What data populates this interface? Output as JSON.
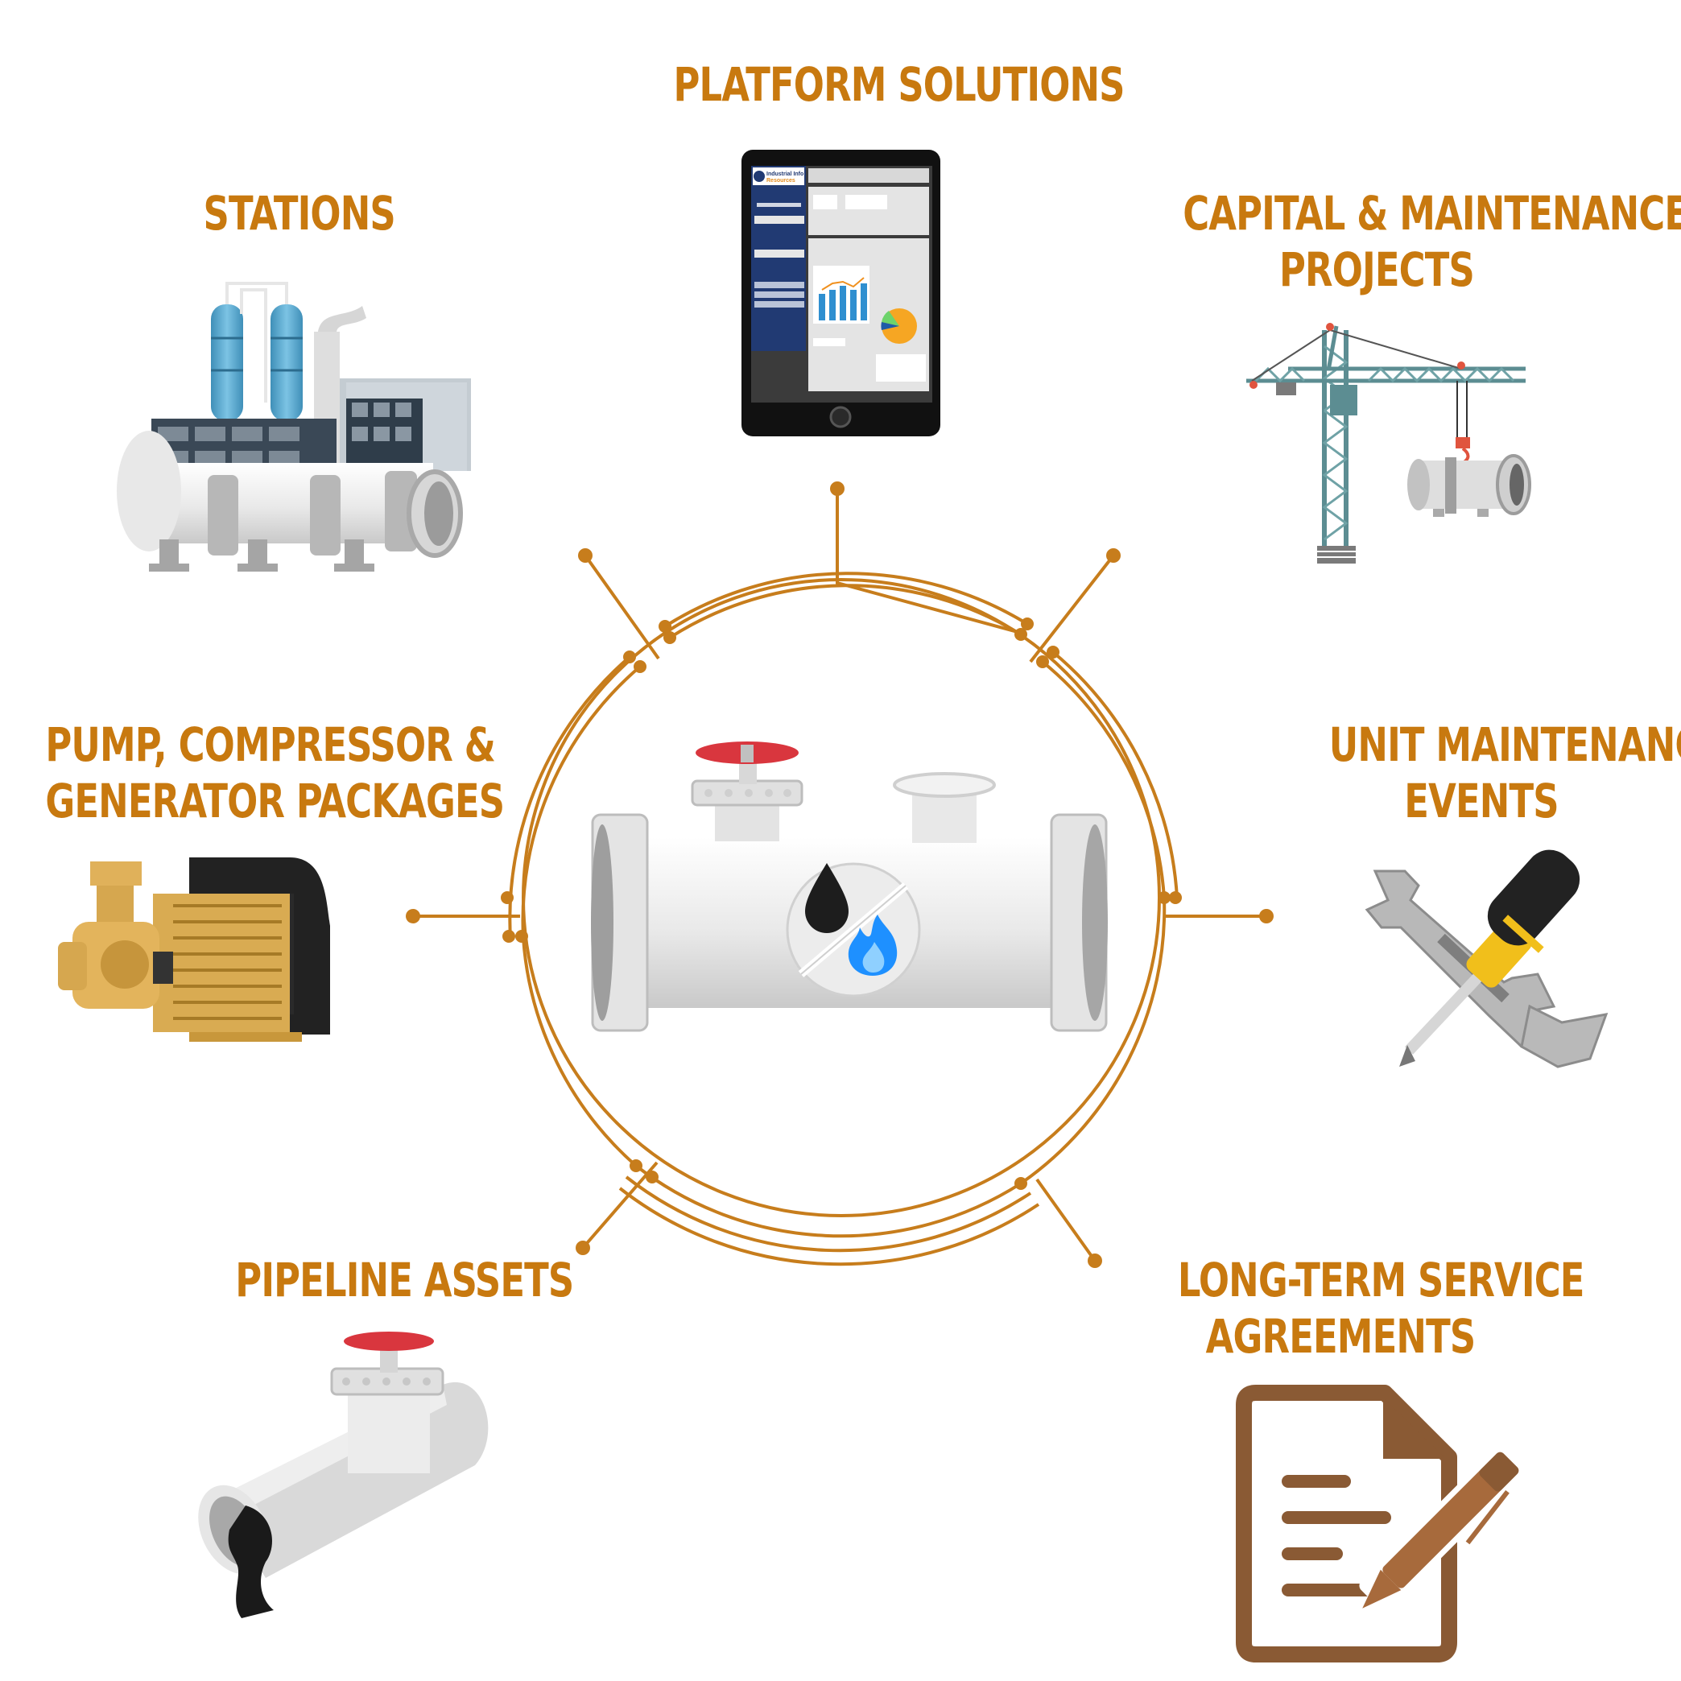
{
  "colors": {
    "accent": "#c8790f",
    "line": "#c77d1c",
    "pipe": "#e6e6e6",
    "valve_red": "#d9363e",
    "flame_blue": "#1e90ff",
    "doc_brown": "#8a5a34"
  },
  "nodes": {
    "platform": {
      "line1": "PLATFORM SOLUTIONS",
      "icon": "tablet-dashboard-icon",
      "tablet_brand_line1": "Industrial Info",
      "tablet_brand_line2": "Resources"
    },
    "stations": {
      "line1": "STATIONS",
      "icon": "industrial-station-icon"
    },
    "capital": {
      "line1": "CAPITAL & MAINTENANCE",
      "line2": "PROJECTS",
      "icon": "tower-crane-icon"
    },
    "pump": {
      "line1": "PUMP, COMPRESSOR &",
      "line2": "GENERATOR PACKAGES",
      "icon": "pump-motor-icon"
    },
    "unit": {
      "line1": "UNIT MAINTENANCE",
      "line2": "EVENTS",
      "icon": "wrench-screwdriver-icon"
    },
    "pipeline": {
      "line1": "PIPELINE ASSETS",
      "icon": "leaking-pipe-valve-icon"
    },
    "ltsa": {
      "line1": "LONG-TERM SERVICE",
      "line2": "AGREEMENTS",
      "icon": "contract-pen-icon"
    }
  },
  "center": {
    "icon": "oil-gas-pipe-hub-icon"
  }
}
